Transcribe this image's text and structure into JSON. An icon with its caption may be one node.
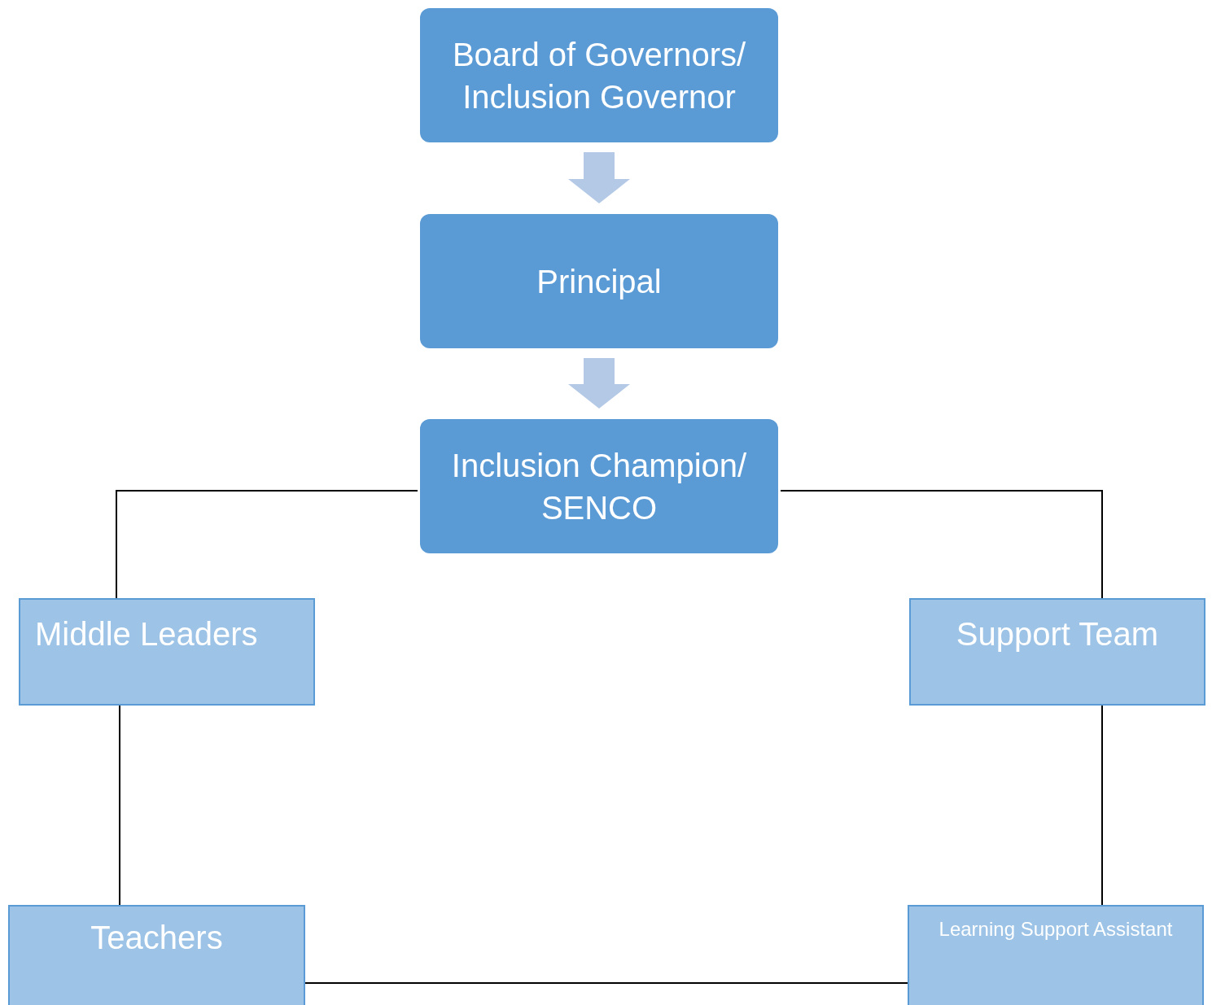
{
  "diagram": {
    "nodes": [
      {
        "text": [
          "Board of Governors/ Inclusion Governor"
        ]
      },
      {
        "text": [
          "Principal"
        ]
      },
      {
        "text": [
          "Inclusion Champion/ SENCO"
        ]
      },
      {
        "text": [
          "Middle Leaders"
        ]
      },
      {
        "text": [
          "Support Team"
        ]
      },
      {
        "text": [
          "Teachers"
        ]
      },
      {
        "text": [
          "Learning Support Assistant"
        ]
      }
    ],
    "edges": [
      {
        "from": 0,
        "to": 1,
        "arrow": "to",
        "style": "thick",
        "color": "#b4c9e6"
      },
      {
        "from": 1,
        "to": 2,
        "arrow": "to",
        "style": "thick",
        "color": "#b4c9e6"
      },
      {
        "from": 2,
        "to": 3,
        "arrow": "none"
      },
      {
        "from": 2,
        "to": 4,
        "arrow": "none"
      },
      {
        "from": 3,
        "to": 5,
        "arrow": "none"
      },
      {
        "from": 4,
        "to": 6,
        "arrow": "none"
      },
      {
        "from": 5,
        "to": 6,
        "arrow": "none"
      }
    ]
  }
}
